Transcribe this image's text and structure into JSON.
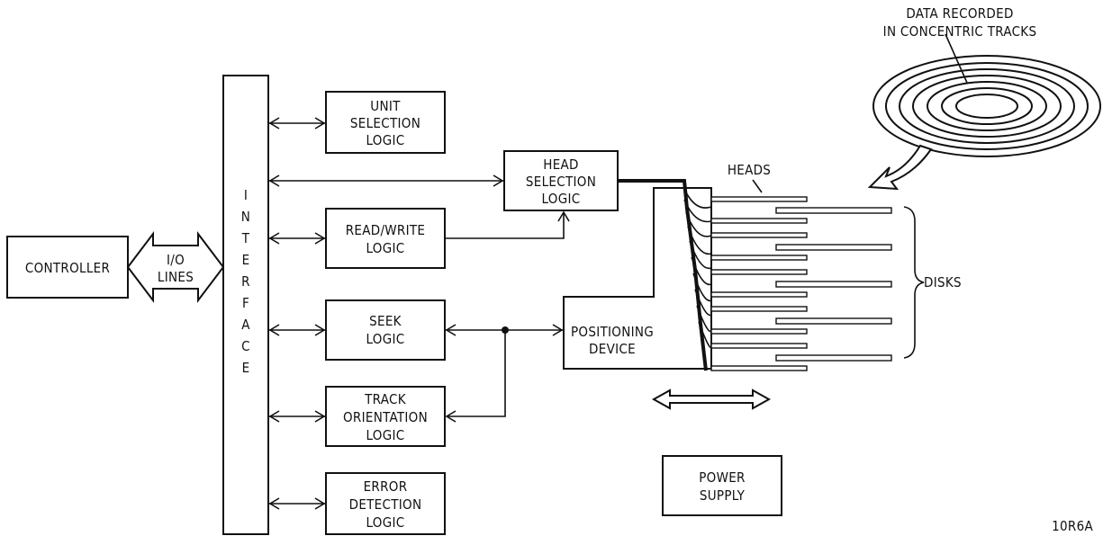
{
  "controller": {
    "label": "CONTROLLER"
  },
  "io_lines": {
    "lines": [
      "I/O",
      "LINES"
    ]
  },
  "interface": {
    "letters": [
      "I",
      "N",
      "T",
      "E",
      "R",
      "F",
      "A",
      "C",
      "E"
    ]
  },
  "blocks": {
    "unit_selection": [
      "UNIT",
      "SELECTION",
      "LOGIC"
    ],
    "head_selection": [
      "HEAD",
      "SELECTION",
      "LOGIC"
    ],
    "read_write": [
      "READ/WRITE",
      "LOGIC"
    ],
    "seek": [
      "SEEK",
      "LOGIC"
    ],
    "track_orientation": [
      "TRACK",
      "ORIENTATION",
      "LOGIC"
    ],
    "error_detection": [
      "ERROR",
      "DETECTION",
      "LOGIC"
    ],
    "positioning": [
      "POSITIONING",
      "DEVICE"
    ],
    "power_supply": [
      "POWER",
      "SUPPLY"
    ]
  },
  "labels": {
    "data_recorded": [
      "DATA RECORDED",
      "IN CONCENTRIC TRACKS"
    ],
    "heads": "HEADS",
    "disks": "DISKS",
    "figure_id": "10R6A"
  }
}
